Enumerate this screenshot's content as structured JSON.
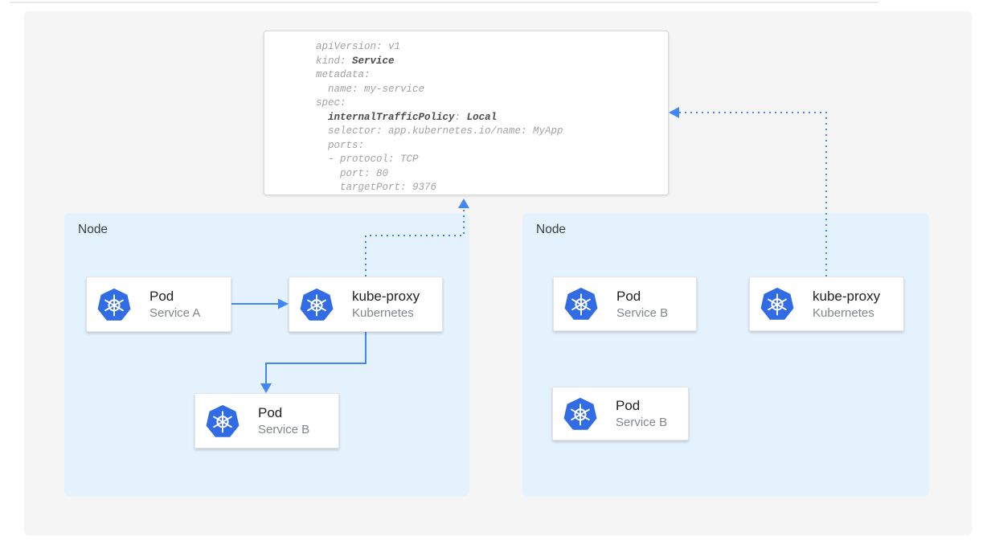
{
  "colors": {
    "arrow_blue": "#4285f4",
    "node_fill": "#e3f2fd",
    "kubernetes_blue": "#326ce5",
    "card_title": "#212121",
    "card_subtitle": "#80868b",
    "yaml_regular": "#a2a2a2",
    "yaml_bold": "#4c4c4c",
    "canvas_bg": "#f5f5f6"
  },
  "yaml": {
    "lines": [
      {
        "segments": [
          {
            "text": "apiVersion: v1",
            "bold": false
          }
        ]
      },
      {
        "segments": [
          {
            "text": "kind: ",
            "bold": false
          },
          {
            "text": "Service",
            "bold": true
          }
        ]
      },
      {
        "segments": [
          {
            "text": "metadata:",
            "bold": false
          }
        ]
      },
      {
        "segments": [
          {
            "text": "  name: my-service",
            "bold": false
          }
        ]
      },
      {
        "segments": [
          {
            "text": "spec:",
            "bold": false
          }
        ]
      },
      {
        "segments": [
          {
            "text": "  ",
            "bold": false
          },
          {
            "text": "internalTrafficPolicy",
            "bold": true
          },
          {
            "text": ": ",
            "bold": false
          },
          {
            "text": "Local",
            "bold": true
          }
        ]
      },
      {
        "segments": [
          {
            "text": "  selector: app.kubernetes.io/name: MyApp",
            "bold": false
          }
        ]
      },
      {
        "segments": [
          {
            "text": "  ports:",
            "bold": false
          }
        ]
      },
      {
        "segments": [
          {
            "text": "  - protocol: TCP",
            "bold": false
          }
        ]
      },
      {
        "segments": [
          {
            "text": "    port: 80",
            "bold": false
          }
        ]
      },
      {
        "segments": [
          {
            "text": "    targetPort: 9376",
            "bold": false
          }
        ]
      }
    ]
  },
  "nodes": {
    "left": {
      "label": "Node"
    },
    "right": {
      "label": "Node"
    }
  },
  "cards": {
    "left_pod_a": {
      "title": "Pod",
      "subtitle": "Service A"
    },
    "left_kube_proxy": {
      "title": "kube-proxy",
      "subtitle": "Kubernetes"
    },
    "left_pod_b": {
      "title": "Pod",
      "subtitle": "Service B"
    },
    "right_pod_b1": {
      "title": "Pod",
      "subtitle": "Service B"
    },
    "right_kube_proxy": {
      "title": "kube-proxy",
      "subtitle": "Kubernetes"
    },
    "right_pod_b2": {
      "title": "Pod",
      "subtitle": "Service B"
    }
  },
  "icons": {
    "kubernetes": "kubernetes-icon"
  }
}
